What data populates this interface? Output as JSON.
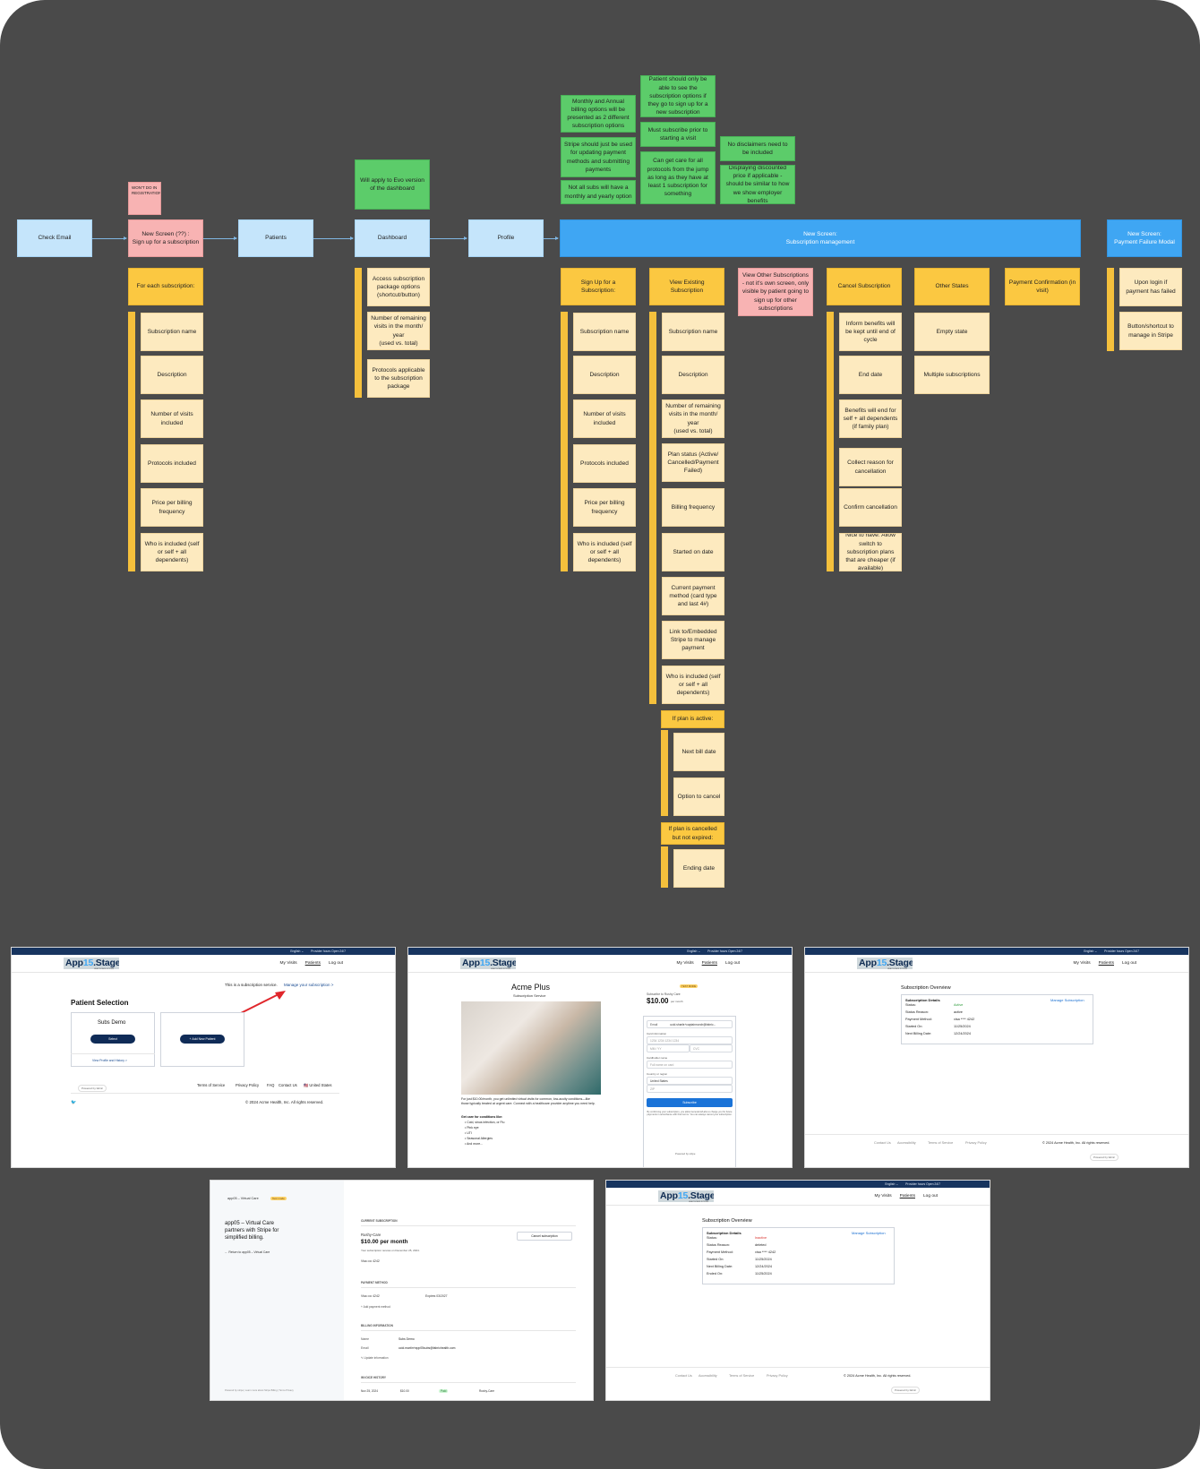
{
  "flow": {
    "main": [
      {
        "id": "check-email",
        "label": "Check Email"
      },
      {
        "id": "signup",
        "label": "New Screen (??) :\nSign up for a subscription"
      },
      {
        "id": "patients",
        "label": "Patients"
      },
      {
        "id": "dashboard",
        "label": "Dashboard"
      },
      {
        "id": "profile",
        "label": "Profile"
      },
      {
        "id": "subscription-management",
        "label": "New Screen:\nSubscription management"
      },
      {
        "id": "payment-failure-modal",
        "label": "New Screen:\nPayment Failure Modal"
      }
    ],
    "pink_notes": [
      "WON'T DO IN REGISTRATION.",
      "View Other Subscriptions - not it's own screen, only visible by patient going to sign up for other subscriptions"
    ],
    "green_notes": [
      "Will apply to Evo version of the dashboard",
      "Monthly and Annual billing options will be presented as 2 different subscription options",
      "Stripe should just be used for updating payment methods and submitting payments",
      "Not all subs will have a monthly and yearly option",
      "Patient should only be able to see the subscription options if they go to sign up for a new subscription",
      "Must subscribe prior to starting a visit",
      "Can get care for all protocols from the jump as long as they have at least 1 subscription for something",
      "No disclaimers need to be included",
      "Displaying discounted price if applicable - should be similar to how we show employer benefits"
    ],
    "headers": [
      "For each subscription:",
      "Sign Up for a Subscription:",
      "View Existing Subscription",
      "Cancel Subscription",
      "Other States",
      "Payment Confirmation (in visit)",
      "If plan is active:",
      "If plan is cancelled but not expired:"
    ],
    "col_signup": [
      "Subscription name",
      "Description",
      "Number of visits included",
      "Protocols included",
      "Price per billing frequency",
      "Who is included (self or self + all dependents)"
    ],
    "col_dashboard": [
      "Access subscription package options (shortcut/button)",
      "Number of remaining visits in the month/ year\n(used vs. total)",
      "Protocols applicable to the subscription package"
    ],
    "col_signup2": [
      "Subscription name",
      "Description",
      "Number of visits included",
      "Protocols included",
      "Price per billing frequency",
      "Who is included (self or self + all dependents)"
    ],
    "col_view": [
      "Subscription name",
      "Description",
      "Number of remaining visits in the month/ year\n(used vs. total)",
      "Plan status (Active/ Cancelled/Payment Failed)",
      "Billing frequency",
      "Started on date",
      "Current payment method (card type and last 4#)",
      "Link to/Embedded Stripe to manage payment",
      "Who is included (self or self + all dependents)"
    ],
    "col_active": [
      "Next bill date",
      "Option to cancel"
    ],
    "col_cancelled": [
      "Ending date"
    ],
    "col_cancel": [
      "Inform benefits will be kept until end of cycle",
      "End date",
      "Benefits will end for self + all dependents (if family plan)",
      "Collect reason for cancellation",
      "Confirm cancellation",
      "Nice to have: Allow switch to subscription plans that are cheaper (if available)"
    ],
    "col_other": [
      "Empty state",
      "Multiple subscriptions"
    ],
    "col_failure": [
      "Upon login if payment has failed",
      "Button/shortcut to manage in Stripe"
    ]
  },
  "app": {
    "logo_a": "App",
    "logo_b": "15",
    "logo_c": ".Stage",
    "logo_sub": "HEALTHCARE SYSTEM",
    "top_lang": "English ⌄",
    "top_hours": "Provider hours Open 24/7",
    "nav": [
      "My Visits",
      "Patients",
      "Log out"
    ],
    "footer_links": [
      "Contact Us",
      "Accessibility",
      "Terms of Service",
      "Privacy Policy"
    ],
    "copyright": "© 2024 Acme Health, Inc. All rights reserved.",
    "powered": "Powered by fabric"
  },
  "shot1": {
    "notice": "This is a subscription service.",
    "notice_link": "Manage your subscription >",
    "title": "Patient Selection",
    "patient": "Subs Demo",
    "select": "Select",
    "view_profile": "View Profile and History >",
    "add_patient": "+ Add New Patient",
    "footer_links": [
      "Terms of Service",
      "Privacy Policy",
      "FAQ",
      "Contact Us",
      "🇺🇸 United States"
    ],
    "social": "🐦"
  },
  "shot2": {
    "product": "Acme Plus",
    "product_sub": "Subscription Service",
    "desc": "For just $10.00/month, you get unlimited virtual visits for common, low-acuity conditions—like those typically treated at urgent care. Connect with a healthcare provider anytime you need help.",
    "care_title": "Get care for conditions like:",
    "conditions": [
      "Cold, sinus infection, or Flu",
      "Pink eye",
      "UTI",
      "Seasonal Allergies",
      "And more..."
    ],
    "test_badge": "TEST MODE",
    "subscribe_to": "Subscribe to Rushy Care",
    "price": "$10.00",
    "per": "per month",
    "email_label": "Email",
    "email_value": "ucid.sharfa+captainnorch@fabric...",
    "card_label": "Card information",
    "card_placeholder": "1234 1234 1234 1234",
    "exp_placeholder": "MM / YY",
    "cvc_placeholder": "CVC",
    "name_label": "Cardholder name",
    "name_placeholder": "Full name on card",
    "country_label": "Country or region",
    "country_value": "United States",
    "zip_placeholder": "ZIP",
    "subscribe_btn": "Subscribe",
    "fine_print": "By confirming your subscription, you allow General Ai/Labs to charge you for future payments in accordance with their terms. You can always cancel your subscription.",
    "powered": "Powered by stripe"
  },
  "shot3": {
    "title": "Subscription Overview",
    "details_title": "Subscription Details",
    "manage": "Manage Subscription",
    "rows": [
      {
        "k": "Status:",
        "v": "Active",
        "color": "#2e9b3a"
      },
      {
        "k": "Status Reason:",
        "v": "active",
        "color": "#222"
      },
      {
        "k": "Payment Method:",
        "v": "visa **** 4242",
        "color": "#222"
      },
      {
        "k": "Started On:",
        "v": "11/25/2024",
        "color": "#222"
      },
      {
        "k": "Next Billing Date:",
        "v": "12/24/2024",
        "color": "#222"
      }
    ]
  },
  "shot4": {
    "brand": "app05 – Virtual Care",
    "test_badge": "Test mode",
    "headline": "app05 – Virtual Care partners with Stripe for simplified billing.",
    "return_link": "← Return to app05 – Virtual Care",
    "footer": "Powered by stripe  |  Learn more about Stripe Billing  |  Terms  Privacy",
    "current_sub": "CURRENT SUBSCRIPTION",
    "plan": "Rushy-Care",
    "plan_price": "$10.00 per month",
    "renews": "Your subscription renews on December 25, 2024.",
    "card_line": "Visa •••• 4242",
    "cancel_btn": "Cancel subscription",
    "payment_method": "PAYMENT METHOD",
    "expires": "Expires 03/2027",
    "add_payment": "+ Add payment method",
    "billing_info": "BILLING INFORMATION",
    "name_k": "Name",
    "name_v": "Subs Demo",
    "email_k": "Email",
    "email_v": "ucid.martin+app05subs@fabrichealth.com",
    "update_info": "✎ Update information",
    "invoice_history": "INVOICE HISTORY",
    "invoice_row": [
      "Nov 25, 2024",
      "$10.00",
      "Paid",
      "Rushy-Care"
    ]
  },
  "shot5": {
    "title": "Subscription Overview",
    "details_title": "Subscription Details",
    "manage": "Manage Subscription",
    "rows": [
      {
        "k": "Status:",
        "v": "Inactive",
        "color": "#d9312b"
      },
      {
        "k": "Status Reason:",
        "v": "deleted",
        "color": "#222"
      },
      {
        "k": "Payment Method:",
        "v": "visa **** 4242",
        "color": "#222"
      },
      {
        "k": "Started On:",
        "v": "11/25/2024",
        "color": "#222"
      },
      {
        "k": "Next Billing Date:",
        "v": "12/24/2024",
        "color": "#222"
      },
      {
        "k": "Ended On:",
        "v": "11/25/2024",
        "color": "#222"
      }
    ]
  },
  "colors": {
    "background": "#4a4a4a",
    "blue_note": "#c5e5fb",
    "big_blue": "#3fa6f3",
    "green_note": "#5ccc6a",
    "yellow_header": "#fbc841",
    "cream_note": "#fdeabf",
    "pink_note": "#f8b3b3",
    "navy": "#17345f"
  }
}
